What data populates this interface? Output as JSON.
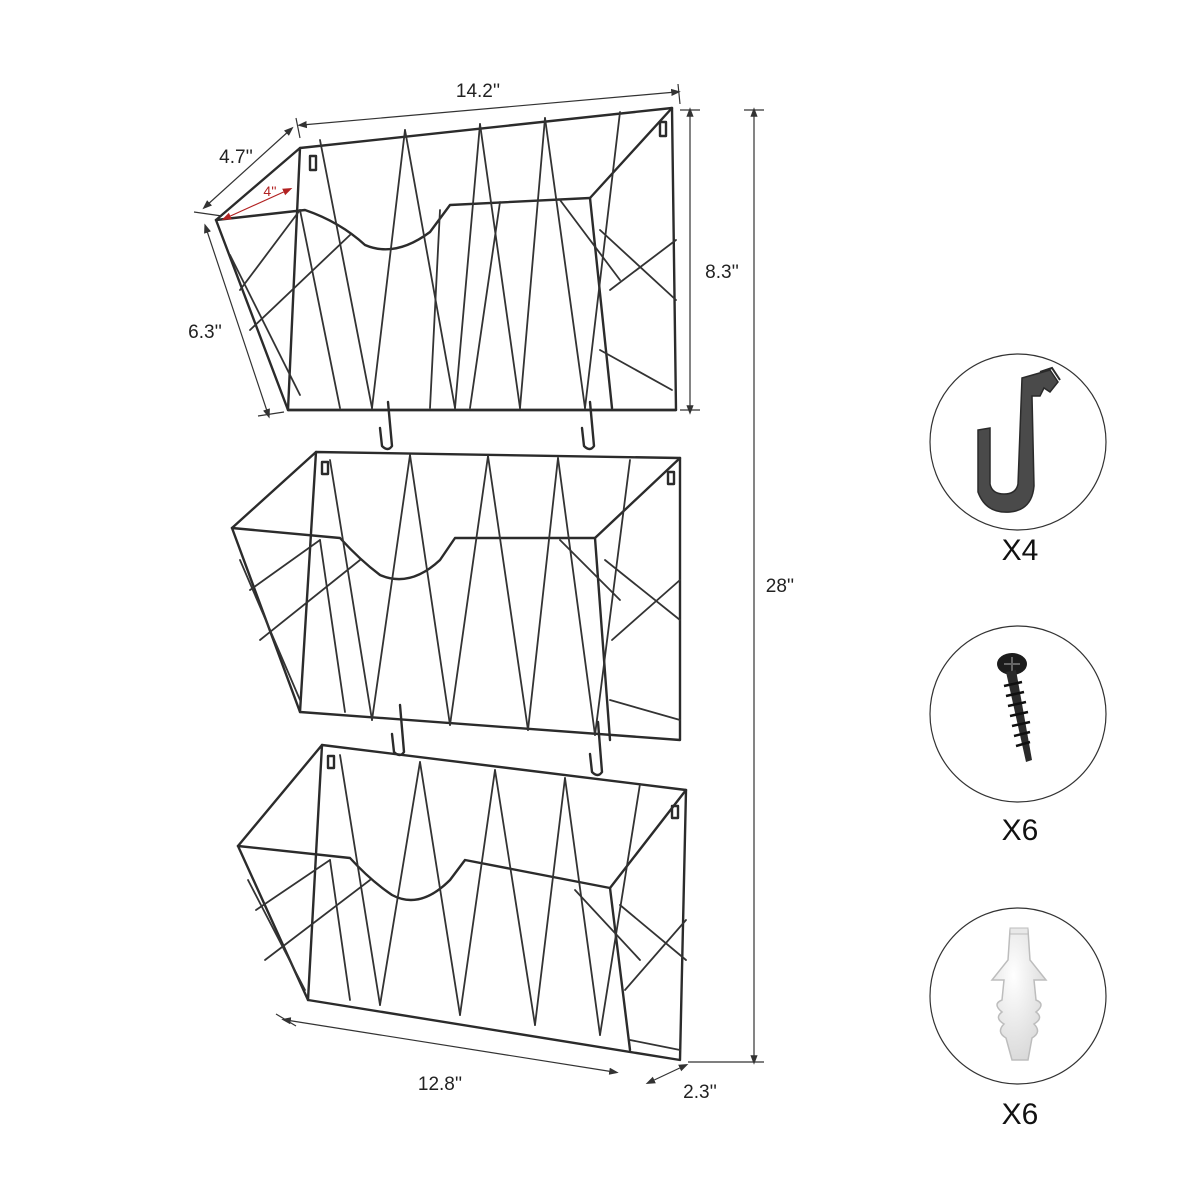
{
  "dimensions": {
    "top_width": "14.2''",
    "side_depth": "4.7''",
    "inner_depth": "4''",
    "front_height": "6.3''",
    "basket_height": "8.3''",
    "total_height": "28''",
    "bottom_width": "12.8''",
    "bottom_depth": "2.3''"
  },
  "accessories": [
    {
      "icon": "hook-icon",
      "quantity": "X4"
    },
    {
      "icon": "screw-icon",
      "quantity": "X6"
    },
    {
      "icon": "wall-anchor-icon",
      "quantity": "X6"
    }
  ],
  "colors": {
    "wire": "#2b2b2b",
    "inner_dimension": "#b22222"
  }
}
